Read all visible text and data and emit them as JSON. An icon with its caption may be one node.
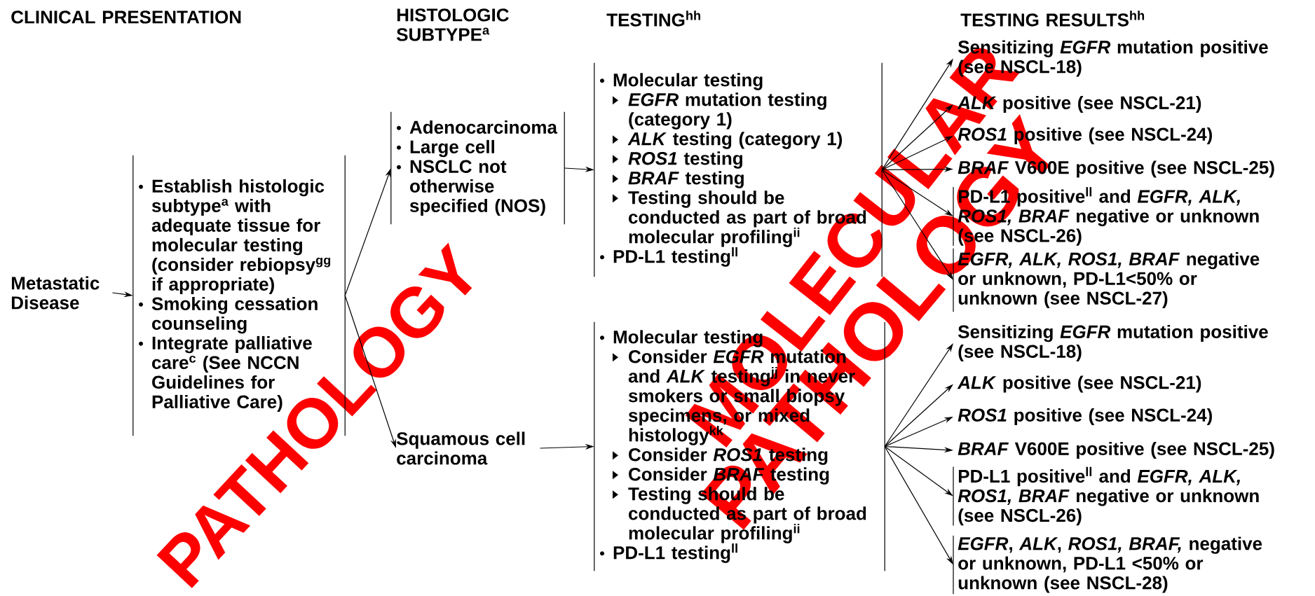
{
  "diagram": {
    "nodes": [
      {
        "text": [
          "Metastatic Disease"
        ]
      },
      {
        "text": [
          "Establish histologic subtype$^{a}$ with adequate tissue for molecular testing (consider rebiopsy$^{gg}$ if appropriate)",
          "Smoking cessation counseling",
          "Integrate palliative care$^{c}$ (See NCCN Guidelines for Palliative Care)"
        ]
      },
      {
        "text": [
          "Adenocarcinoma",
          "Large cell",
          "NSCLC not otherwise specified (NOS)"
        ]
      },
      {
        "text": [
          "Squamous cell carcinoma"
        ]
      },
      {
        "text": [
          "Molecular testing",
          "*EGFR* mutation testing (category 1)",
          "*ALK* testing (category 1)",
          "*ROS1* testing",
          "*BRAF* testing",
          "Testing should be conducted as part of broad molecular profiling$^{ii}$",
          "PD-L1 testing$^{ll}$"
        ]
      },
      {
        "text": [
          "Molecular testing",
          "Consider *EGFR* mutation and *ALK* testing$^{jj}$ in never smokers or small biopsy specimens, or mixed histology$^{kk}$",
          "Consider *ROS1* testing",
          "Consider *BRAF* testing",
          "Testing should be conducted as part of broad molecular profiling$^{ii}$",
          "PD-L1 testing$^{ll}$"
        ]
      },
      {
        "text": [
          "Sensitizing *EGFR* mutation positive (see NSCL-18)"
        ]
      },
      {
        "text": [
          "*ALK* positive (see NSCL-21)"
        ]
      },
      {
        "text": [
          "*ROS1* positive (see NSCL-24)"
        ]
      },
      {
        "text": [
          "*BRAF* V600E positive (see NSCL-25)"
        ]
      },
      {
        "text": [
          "PD-L1 positive$^{ll}$ and *EGFR, ALK, ROS1, BRAF* negative or unknown (see NSCL-26)"
        ]
      },
      {
        "text": [
          "*EGFR, ALK, ROS1, BRAF* negative or unknown, PD-L1<50% or unknown (see NSCL-27)"
        ]
      },
      {
        "text": [
          "Sensitizing *EGFR* mutation positive (see NSCL-18)"
        ]
      },
      {
        "text": [
          "*ALK* positive (see NSCL-21)"
        ]
      },
      {
        "text": [
          "*ROS1* positive (see NSCL-24)"
        ]
      },
      {
        "text": [
          "*BRAF* V600E positive (see NSCL-25)"
        ]
      },
      {
        "text": [
          "PD-L1 positive$^{ll}$ and *EGFR, ALK, ROS1, BRAF* negative or unknown (see NSCL-26)"
        ]
      },
      {
        "text": [
          "*EGFR*, *ALK*, *ROS1, BRAF,* negative or unknown, PD-L1 <50% or unknown (see NSCL-28)"
        ]
      }
    ],
    "edges": [
      {
        "from": 0,
        "to": 1,
        "arrow": "to"
      },
      {
        "from": 1,
        "to": 2,
        "arrow": "to"
      },
      {
        "from": 1,
        "to": 3,
        "arrow": "to"
      },
      {
        "from": 2,
        "to": 4,
        "arrow": "to"
      },
      {
        "from": 3,
        "to": 5,
        "arrow": "to"
      },
      {
        "from": 4,
        "to": 6,
        "arrow": "to"
      },
      {
        "from": 4,
        "to": 7,
        "arrow": "to"
      },
      {
        "from": 4,
        "to": 8,
        "arrow": "to"
      },
      {
        "from": 4,
        "to": 9,
        "arrow": "to"
      },
      {
        "from": 4,
        "to": 10,
        "arrow": "to"
      },
      {
        "from": 4,
        "to": 11,
        "arrow": "to"
      },
      {
        "from": 5,
        "to": 12,
        "arrow": "to"
      },
      {
        "from": 5,
        "to": 13,
        "arrow": "to"
      },
      {
        "from": 5,
        "to": 14,
        "arrow": "to"
      },
      {
        "from": 5,
        "to": 15,
        "arrow": "to"
      },
      {
        "from": 5,
        "to": 16,
        "arrow": "to"
      },
      {
        "from": 5,
        "to": 17,
        "arrow": "to"
      }
    ],
    "labels": [
      "CLINICAL PRESENTATION",
      "HISTOLOGIC SUBTYPE$^{a}$",
      "TESTING$^{hh}$",
      "TESTING RESULTS$^{hh}$",
      "PATHOLOGY",
      "MOLECULAR",
      "PATHOLOGY"
    ]
  }
}
